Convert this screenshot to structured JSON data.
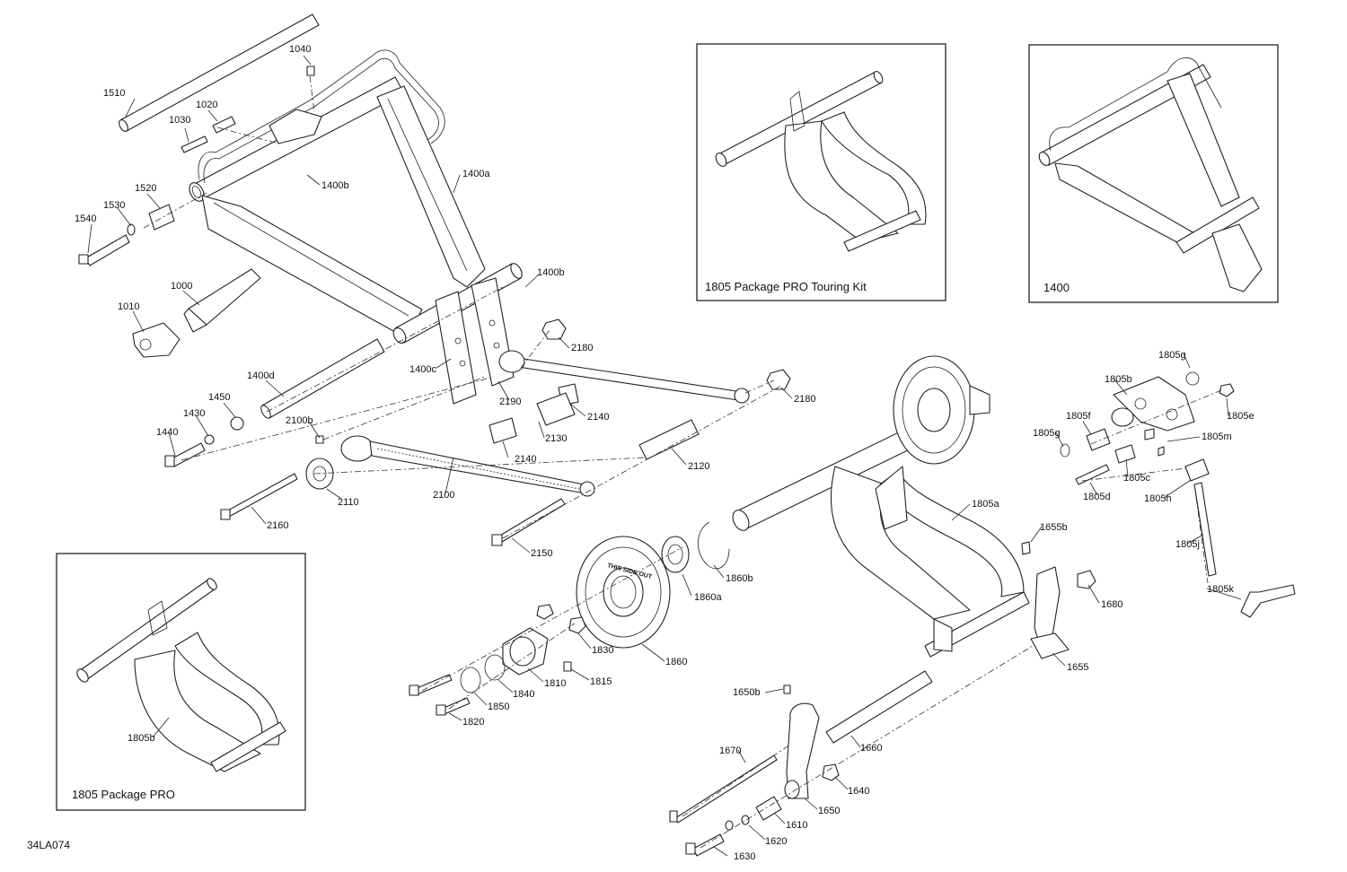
{
  "diagram_code": "34LA074",
  "insets": [
    {
      "caption": "1805 Package PRO Touring Kit"
    },
    {
      "caption": "1400"
    },
    {
      "caption": "1805 Package PRO"
    }
  ],
  "wheel_text": "THIS SIDE OUT",
  "callouts": [
    "1040",
    "1510",
    "1020",
    "1030",
    "1400b",
    "1400a",
    "1520",
    "1530",
    "1540",
    "1000",
    "1400b",
    "1010",
    "2180",
    "1400d",
    "1400c",
    "1450",
    "2190",
    "2180",
    "1430",
    "2140",
    "1440",
    "2100b",
    "2130",
    "2140",
    "2120",
    "2110",
    "2100",
    "2160",
    "2150",
    "1860b",
    "1860a",
    "1830",
    "1860",
    "1815",
    "1810",
    "1840",
    "1850",
    "1820",
    "1805b",
    "1650b",
    "1670",
    "1660",
    "1640",
    "1650",
    "1610",
    "1620",
    "1630",
    "1805a",
    "1655b",
    "1680",
    "1655",
    "1805g",
    "1805b",
    "1805f",
    "1805e",
    "1805g",
    "1805m",
    "1805c",
    "1805d",
    "1805h",
    "1805j",
    "1805k"
  ]
}
